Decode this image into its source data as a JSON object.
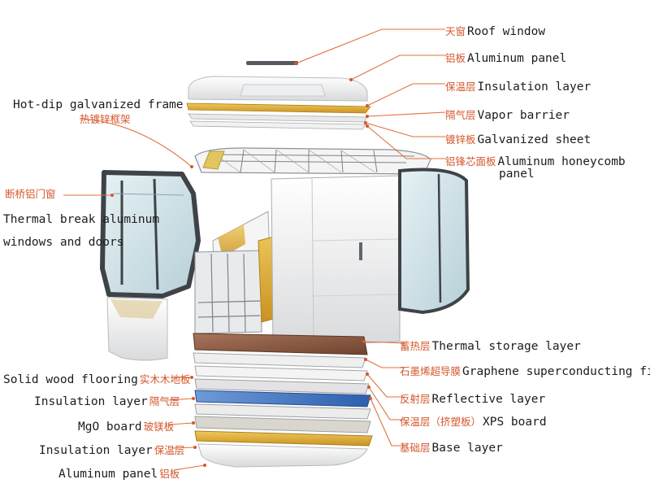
{
  "colors": {
    "leader_line": "#e0703c",
    "chinese_label": "#d4572c",
    "english_label": "#1c1c1c",
    "insulation": "#e6b13a",
    "xps": "#3f74c4",
    "wood": "#8a5a3b",
    "glass": "#cfe3ea"
  },
  "labels": {
    "roof_window": {
      "zh": "天窗",
      "en": "Roof window"
    },
    "aluminum_panel_top": {
      "zh": "铝板",
      "en": "Aluminum panel"
    },
    "insulation_top": {
      "zh": "保温层",
      "en": "Insulation layer"
    },
    "vapor_barrier": {
      "zh": "隔气层",
      "en": "Vapor barrier"
    },
    "galvanized_sheet": {
      "zh": "镀锌板",
      "en": "Galvanized sheet"
    },
    "honeycomb": {
      "zh": "铝锋芯面板",
      "en_line1": "Aluminum honeycomb",
      "en_line2": "panel"
    },
    "galvanized_frame": {
      "en": "Hot-dip galvanized frame",
      "zh": "热镀锌框架"
    },
    "window_door": {
      "zh": "断桥铝门窗",
      "en_line1": "Thermal break aluminum",
      "en_line2": "windows and doors"
    },
    "thermal_storage": {
      "zh": "蓄热层",
      "en": "Thermal storage layer"
    },
    "graphene": {
      "zh": "石墨烯超导膜",
      "en": "Graphene superconducting film"
    },
    "reflective": {
      "zh": "反射层",
      "en": "Reflective layer"
    },
    "xps": {
      "zh": "保温层（挤塑板）",
      "en": "XPS board"
    },
    "base": {
      "zh": "基础层",
      "en": "Base layer"
    },
    "wood_floor": {
      "en": "Solid wood flooring",
      "zh": "实木木地板"
    },
    "insulation_bottom": {
      "en": "Insulation layer",
      "zh": "隔气层"
    },
    "mgo": {
      "en": "MgO board",
      "zh": "玻镁板"
    },
    "insulation_base": {
      "en": "Insulation layer",
      "zh": "保温层"
    },
    "aluminum_panel_bottom": {
      "en": "Aluminum panel",
      "zh": "铝板"
    }
  }
}
